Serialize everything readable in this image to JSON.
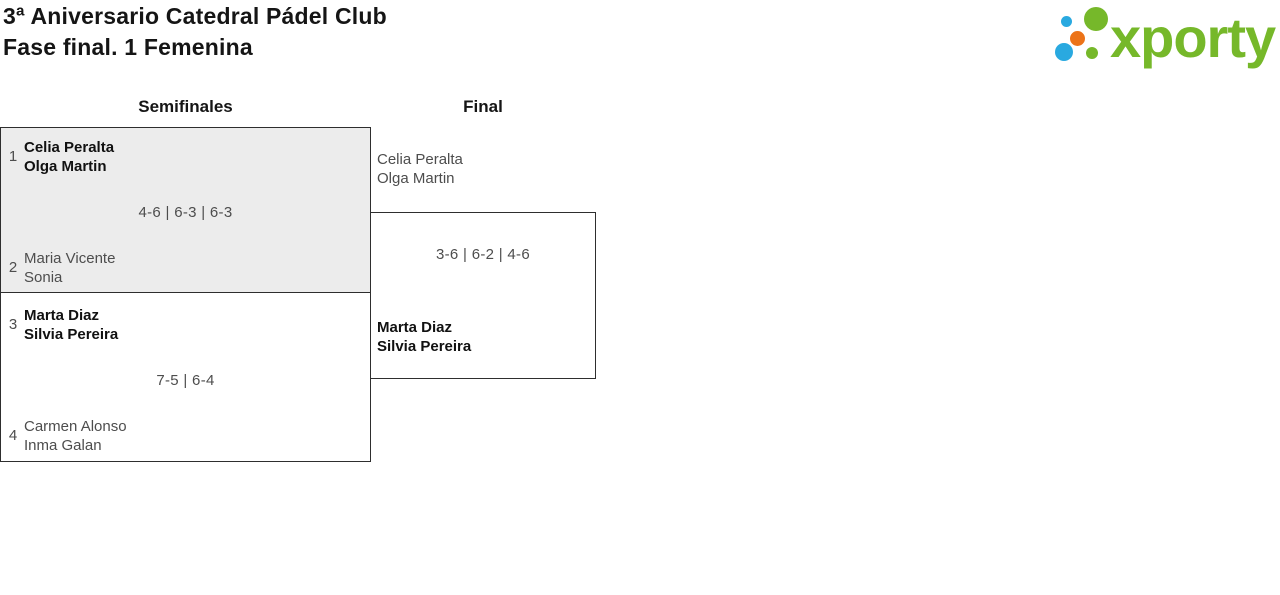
{
  "header": {
    "title": "3ª Aniversario Catedral Pádel Club",
    "subtitle": "Fase final. 1 Femenina"
  },
  "logo": {
    "brand": "xporty",
    "colors": {
      "green": "#76b82a",
      "blue": "#29a9e0",
      "orange": "#ec7318"
    }
  },
  "bracket": {
    "rounds": [
      {
        "label": "Semifinales"
      },
      {
        "label": "Final"
      }
    ],
    "semifinals": [
      {
        "team1": {
          "seed": "1",
          "players": [
            "Celia Peralta",
            "Olga Martin"
          ],
          "winner": true
        },
        "score": "4-6 | 6-3 | 6-3",
        "team2": {
          "seed": "2",
          "players": [
            "Maria Vicente",
            "Sonia"
          ],
          "winner": false
        }
      },
      {
        "team1": {
          "seed": "3",
          "players": [
            "Marta Diaz",
            "Silvia Pereira"
          ],
          "winner": true
        },
        "score": "7-5 | 6-4",
        "team2": {
          "seed": "4",
          "players": [
            "Carmen Alonso",
            "Inma Galan"
          ],
          "winner": false
        }
      }
    ],
    "final": {
      "team1": {
        "players": [
          "Celia Peralta",
          "Olga Martin"
        ],
        "winner": false
      },
      "score": "3-6 | 6-2 | 4-6",
      "team2": {
        "players": [
          "Marta Diaz",
          "Silvia Pereira"
        ],
        "winner": true
      }
    }
  }
}
